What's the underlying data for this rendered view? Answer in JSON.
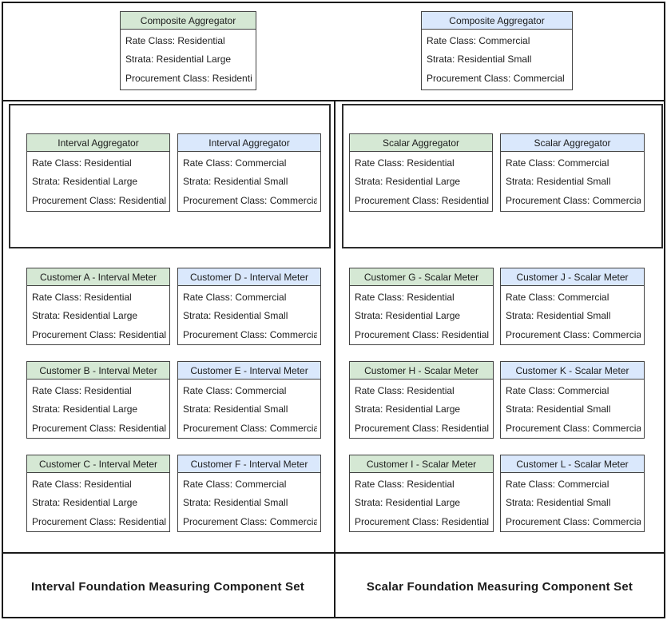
{
  "diagram": {
    "colors": {
      "green_header_fill": "#d5e8d4",
      "blue_header_fill": "#dae8fc",
      "card_border": "#424242",
      "frame_line": "#1a1a1a",
      "text": "#1c1c1c"
    },
    "composites": [
      {
        "variant": "green",
        "title": "Composite Aggregator",
        "lines": [
          "Rate Class: Residential",
          "Strata: Residential Large",
          "Procurement Class: Residential"
        ]
      },
      {
        "variant": "blue",
        "title": "Composite Aggregator",
        "lines": [
          "Rate Class: Commercial",
          "Strata: Residential Small",
          "Procurement Class: Commercial"
        ]
      }
    ],
    "sets": [
      {
        "label": "Interval Foundation Measuring Component Set",
        "aggregators": [
          {
            "variant": "green",
            "title": "Interval Aggregator",
            "lines": [
              "Rate Class: Residential",
              "Strata: Residential Large",
              "Procurement Class: Residential"
            ]
          },
          {
            "variant": "blue",
            "title": "Interval Aggregator",
            "lines": [
              "Rate Class: Commercial",
              "Strata: Residential Small",
              "Procurement Class: Commercial"
            ]
          }
        ],
        "meters": [
          {
            "variant": "green",
            "title": "Customer A - Interval Meter",
            "lines": [
              "Rate Class: Residential",
              "Strata: Residential Large",
              "Procurement Class: Residential"
            ]
          },
          {
            "variant": "blue",
            "title": "Customer D - Interval Meter",
            "lines": [
              "Rate Class: Commercial",
              "Strata: Residential Small",
              "Procurement Class: Commercial"
            ]
          },
          {
            "variant": "green",
            "title": "Customer B - Interval Meter",
            "lines": [
              "Rate Class: Residential",
              "Strata: Residential Large",
              "Procurement Class: Residential"
            ]
          },
          {
            "variant": "blue",
            "title": "Customer E - Interval Meter",
            "lines": [
              "Rate Class: Commercial",
              "Strata: Residential Small",
              "Procurement Class: Commercial"
            ]
          },
          {
            "variant": "green",
            "title": "Customer C - Interval Meter",
            "lines": [
              "Rate Class: Residential",
              "Strata: Residential Large",
              "Procurement Class: Residential"
            ]
          },
          {
            "variant": "blue",
            "title": "Customer F - Interval Meter",
            "lines": [
              "Rate Class: Commercial",
              "Strata: Residential Small",
              "Procurement Class: Commercial"
            ]
          }
        ]
      },
      {
        "label": "Scalar Foundation Measuring Component Set",
        "aggregators": [
          {
            "variant": "green",
            "title": "Scalar Aggregator",
            "lines": [
              "Rate Class: Residential",
              "Strata: Residential Large",
              "Procurement Class: Residential"
            ]
          },
          {
            "variant": "blue",
            "title": "Scalar Aggregator",
            "lines": [
              "Rate Class: Commercial",
              "Strata: Residential Small",
              "Procurement Class: Commercial"
            ]
          }
        ],
        "meters": [
          {
            "variant": "green",
            "title": "Customer G - Scalar Meter",
            "lines": [
              "Rate Class: Residential",
              "Strata: Residential Large",
              "Procurement Class: Residential"
            ]
          },
          {
            "variant": "blue",
            "title": "Customer J - Scalar Meter",
            "lines": [
              "Rate Class: Commercial",
              "Strata: Residential Small",
              "Procurement Class: Commercial"
            ]
          },
          {
            "variant": "green",
            "title": "Customer H - Scalar Meter",
            "lines": [
              "Rate Class: Residential",
              "Strata: Residential Large",
              "Procurement Class: Residential"
            ]
          },
          {
            "variant": "blue",
            "title": "Customer K - Scalar Meter",
            "lines": [
              "Rate Class: Commercial",
              "Strata: Residential Small",
              "Procurement Class: Commercial"
            ]
          },
          {
            "variant": "green",
            "title": "Customer I - Scalar Meter",
            "lines": [
              "Rate Class: Residential",
              "Strata: Residential Large",
              "Procurement Class: Residential"
            ]
          },
          {
            "variant": "blue",
            "title": "Customer L - Scalar Meter",
            "lines": [
              "Rate Class: Commercial",
              "Strata: Residential Small",
              "Procurement Class: Commercial"
            ]
          }
        ]
      }
    ]
  }
}
